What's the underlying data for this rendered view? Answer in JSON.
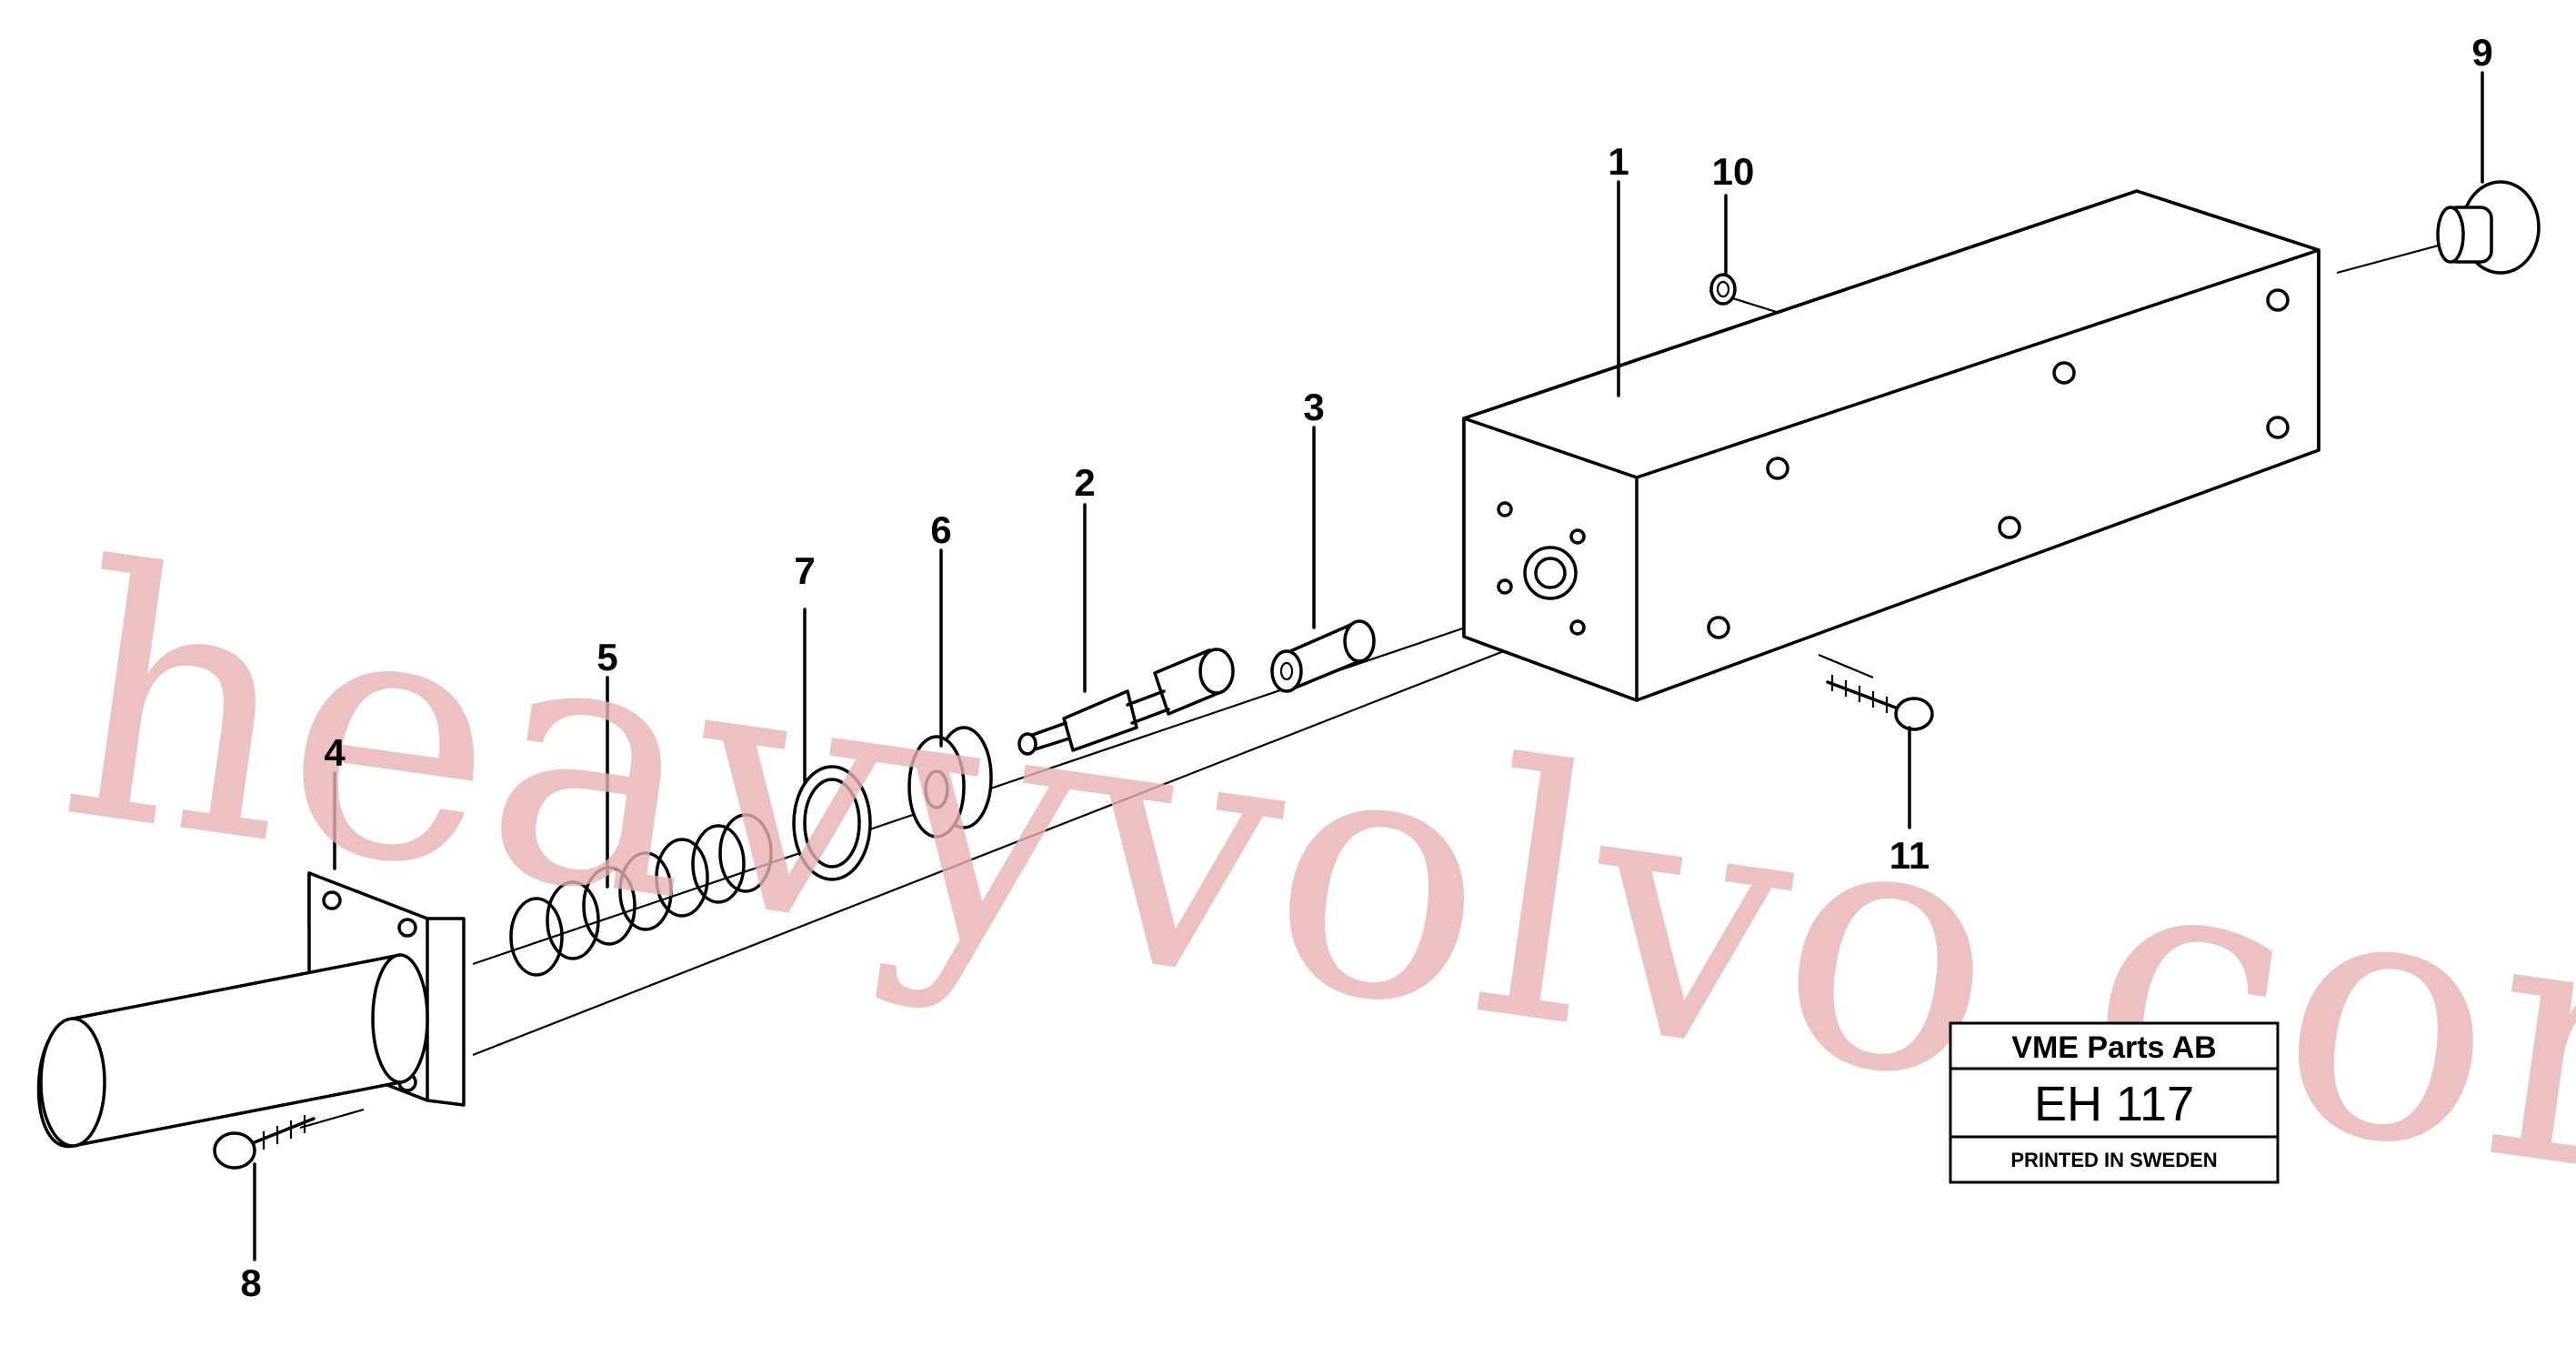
{
  "diagram": {
    "callouts": [
      {
        "id": "1",
        "label": "1"
      },
      {
        "id": "2",
        "label": "2"
      },
      {
        "id": "3",
        "label": "3"
      },
      {
        "id": "4",
        "label": "4"
      },
      {
        "id": "5",
        "label": "5"
      },
      {
        "id": "6",
        "label": "6"
      },
      {
        "id": "7",
        "label": "7"
      },
      {
        "id": "8",
        "label": "8"
      },
      {
        "id": "9",
        "label": "9"
      },
      {
        "id": "10",
        "label": "10"
      },
      {
        "id": "11",
        "label": "11"
      }
    ],
    "title_block": {
      "company": "VME Parts AB",
      "code": "EH 117",
      "footer": "PRINTED IN SWEDEN"
    },
    "watermark": "heavyvolvo.com"
  }
}
